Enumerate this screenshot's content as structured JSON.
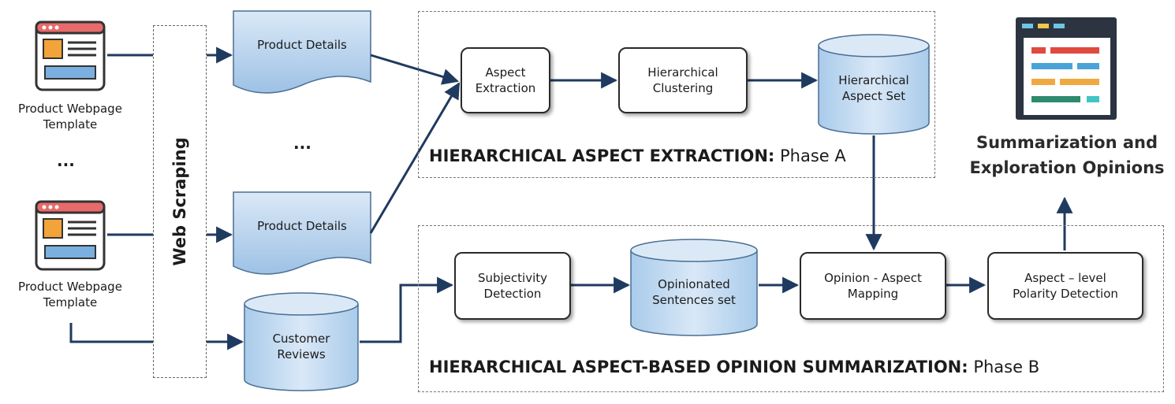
{
  "sources": {
    "webpage_label_1": "Product Webpage\nTemplate",
    "webpage_label_2": "Product Webpage\nTemplate",
    "ellipsis": "...",
    "web_scraping": "Web Scraping"
  },
  "docs": {
    "product_details_1": "Product Details",
    "product_details_2": "Product Details",
    "ellipsis": "...",
    "customer_reviews": "Customer\nReviews"
  },
  "phase_a": {
    "title_bold": "HIERARCHICAL ASPECT EXTRACTION:",
    "title_rest": " Phase A",
    "aspect_extraction": "Aspect\nExtraction",
    "hierarchical_clustering": "Hierarchical\nClustering",
    "hierarchical_aspect_set": "Hierarchical\nAspect Set"
  },
  "phase_b": {
    "title_bold": "HIERARCHICAL ASPECT-BASED OPINION SUMMARIZATION:",
    "title_rest": " Phase B",
    "subjectivity_detection": "Subjectivity\nDetection",
    "opinionated_sentences": "Opinionated\nSentences set",
    "opinion_aspect_mapping": "Opinion - Aspect\nMapping",
    "polarity_detection": "Aspect – level\nPolarity Detection"
  },
  "output": {
    "title": "Summarization and\nExploration Opinions"
  },
  "colors": {
    "arrow": "#1f3a5f",
    "blue_fill_light": "#d6e6f6",
    "blue_fill_dark": "#9fc3e6",
    "dashboard_bg": "#2b3440"
  }
}
